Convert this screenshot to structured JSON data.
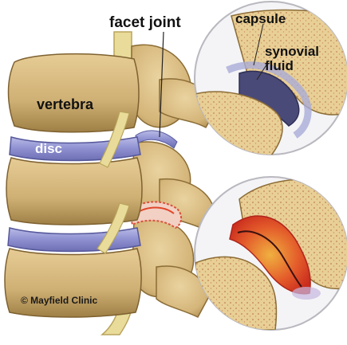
{
  "labels": {
    "facet_joint": "facet joint",
    "capsule": "capsule",
    "synovial": "synovial",
    "fluid": "fluid",
    "vertebra": "vertebra",
    "disc": "disc",
    "credit": "© Mayfield Clinic"
  },
  "colors": {
    "bone": "#d9bd84",
    "bone_shadow": "#a98a50",
    "disc": "#8e8fd0",
    "nerve": "#e9dc9a",
    "inflamed": "#e0472b",
    "synovial_fluid": "#4a4a78"
  }
}
